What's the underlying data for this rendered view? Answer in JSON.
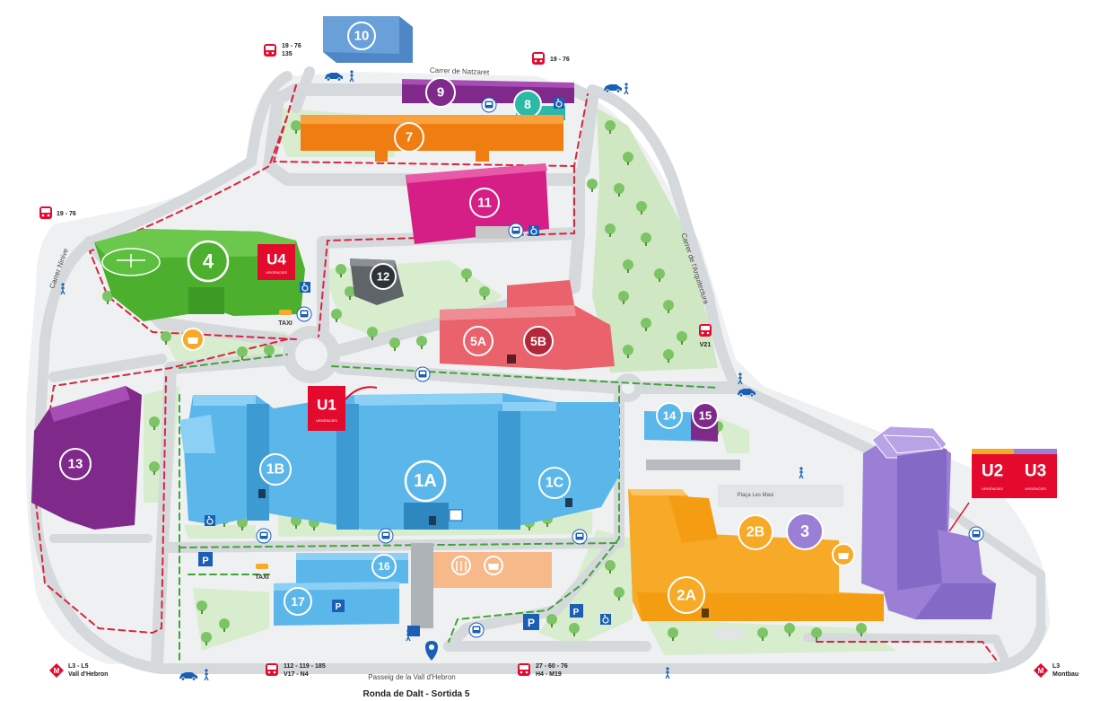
{
  "buildings": {
    "b10": "10",
    "b9": "9",
    "b8": "8",
    "b7": "7",
    "b11": "11",
    "b12": "12",
    "b4": "4",
    "u4": "U4",
    "b5a": "5A",
    "b5b": "5B",
    "u1": "U1",
    "b13": "13",
    "b1a": "1A",
    "b1b": "1B",
    "b1c": "1C",
    "b14": "14",
    "b15": "15",
    "b16": "16",
    "b17": "17",
    "b2a": "2A",
    "b2b": "2B",
    "b3": "3",
    "u2": "U2",
    "u3": "U3"
  },
  "urgencies_label": "URGÈNCIES",
  "streets": {
    "natzaret": "Carrer de Natzaret",
    "ninive": "Carrer Ninive",
    "arquitectura": "Carrer de l'Arquitectura",
    "placa": "Plaça Les Masi",
    "passeig": "Passeig de la Vall d'Hebron",
    "ronda": "Ronda de Dalt - Sortida 5"
  },
  "bus_stops": {
    "top_left_1": "19 - 76",
    "top_left_2": "135",
    "top_right": "19 - 76",
    "left": "19 - 76",
    "right": "V21",
    "bottom_1a": "112 - 119 - 185",
    "bottom_1b": "V17 - N4",
    "bottom_2a": "27 - 60 - 76",
    "bottom_2b": "H4 - M19"
  },
  "metro": {
    "left_1": "L3 - L5",
    "left_2": "Vall d'Hebron",
    "right_1": "L3",
    "right_2": "Montbau"
  },
  "labels": {
    "taxi": "TAXI",
    "parking": "P",
    "metro_m": "M"
  },
  "colors": {
    "blue": "#5bb6ea",
    "green": "#4caf2e",
    "purple": "#7f2a8a",
    "orange": "#f07d12",
    "magenta": "#d61f86",
    "salmon": "#e9626c",
    "red": "#e30a2e",
    "yellow": "#f7a928",
    "violet": "#9b7fd6",
    "teal": "#2cb9a8"
  }
}
